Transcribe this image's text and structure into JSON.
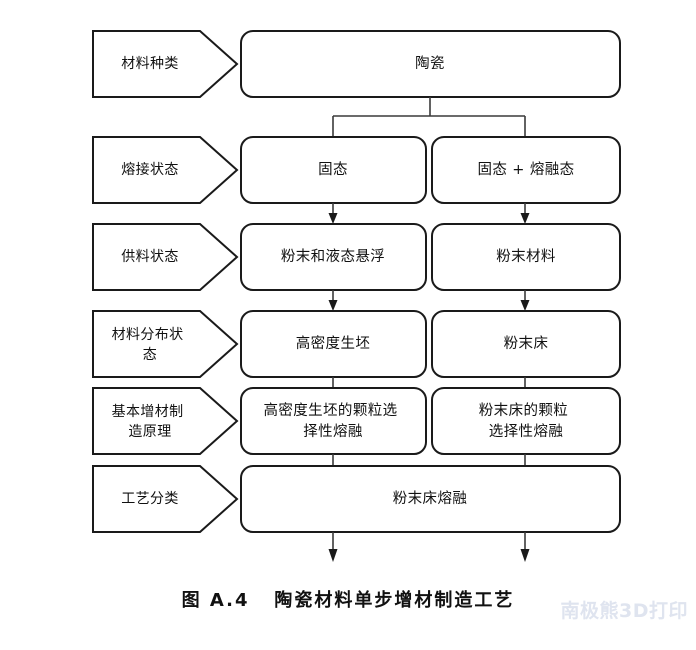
{
  "figure": {
    "caption": "图 A.4   陶瓷材料单步增材制造工艺",
    "watermark": "南极熊3D打印",
    "colors": {
      "background": "#ffffff",
      "box_stroke": "#1a1a1a",
      "connector": "#3a3a3a",
      "text": "#111111",
      "watermark": "#dfe4ef"
    }
  },
  "rows": [
    {
      "label": "材料种类",
      "label_lines": [
        "材料种类"
      ],
      "span": "full",
      "nodes": [
        {
          "text": "陶瓷",
          "lines": [
            "陶瓷"
          ],
          "column": "span-both"
        }
      ]
    },
    {
      "label": "熔接状态",
      "label_lines": [
        "熔接状态"
      ],
      "span": "split",
      "nodes": [
        {
          "text": "固态",
          "lines": [
            "固态"
          ],
          "column": "left"
        },
        {
          "text": "固态 + 熔融态",
          "lines": [
            "固态 + 熔融态"
          ],
          "column": "right"
        }
      ]
    },
    {
      "label": "供料状态",
      "label_lines": [
        "供料状态"
      ],
      "span": "split",
      "nodes": [
        {
          "text": "粉末和液态悬浮",
          "lines": [
            "粉末和液态悬浮"
          ],
          "column": "left"
        },
        {
          "text": "粉末材料",
          "lines": [
            "粉末材料"
          ],
          "column": "right"
        }
      ]
    },
    {
      "label": "材料分布状态",
      "label_lines": [
        "材料分布状",
        "态"
      ],
      "span": "split",
      "nodes": [
        {
          "text": "高密度生坯",
          "lines": [
            "高密度生坯"
          ],
          "column": "left"
        },
        {
          "text": "粉末床",
          "lines": [
            "粉末床"
          ],
          "column": "right"
        }
      ]
    },
    {
      "label": "基本增材制造原理",
      "label_lines": [
        "基本增材制",
        "造原理"
      ],
      "span": "split",
      "nodes": [
        {
          "text": "高密度生坯的颗粒选择性熔融",
          "lines": [
            "高密度生坯的颗粒选",
            "择性熔融"
          ],
          "column": "left"
        },
        {
          "text": "粉末床的颗粒选择性熔融",
          "lines": [
            "粉末床的颗粒",
            "选择性熔融"
          ],
          "column": "right"
        }
      ]
    },
    {
      "label": "工艺分类",
      "label_lines": [
        "工艺分类"
      ],
      "span": "full",
      "nodes": [
        {
          "text": "粉末床熔融",
          "lines": [
            "粉末床熔融"
          ],
          "column": "span-both"
        }
      ]
    }
  ]
}
